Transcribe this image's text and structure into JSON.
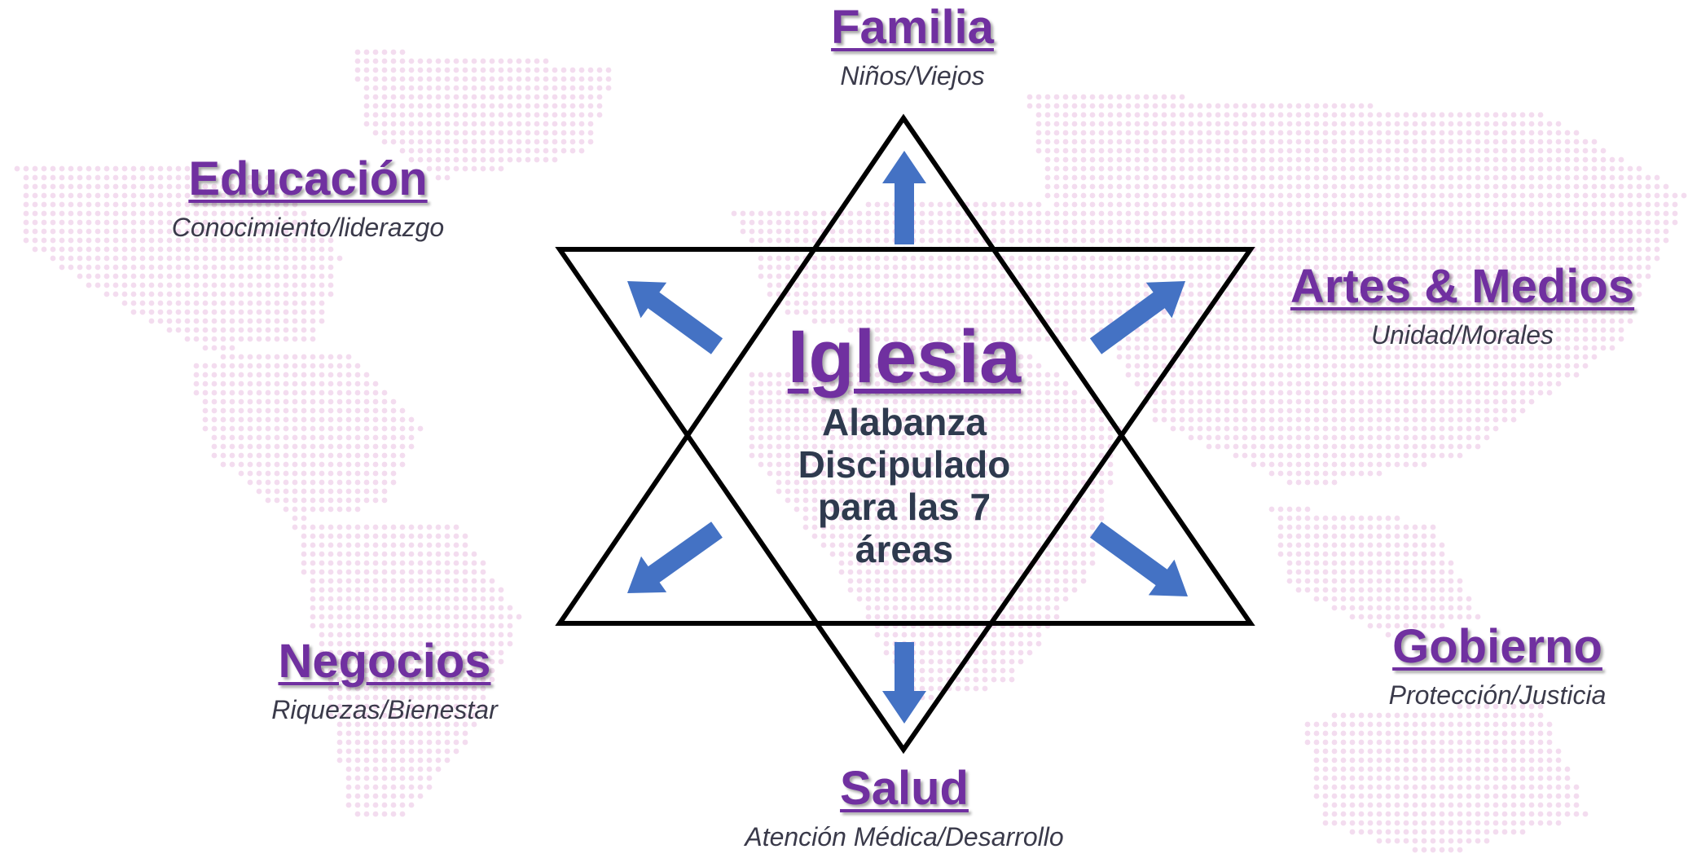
{
  "center": {
    "title": "Iglesia",
    "lines": [
      "Alabanza",
      "Discipulado",
      "para las 7",
      "áreas"
    ]
  },
  "areas": {
    "familia": {
      "title": "Familia",
      "subtitle": "Niños/Viejos"
    },
    "educacion": {
      "title": "Educación",
      "subtitle": "Conocimiento/liderazgo"
    },
    "artes": {
      "title": "Artes & Medios",
      "subtitle": "Unidad/Morales"
    },
    "negocios": {
      "title": "Negocios",
      "subtitle": "Riquezas/Bienestar"
    },
    "gobierno": {
      "title": "Gobierno",
      "subtitle": "Protección/Justicia"
    },
    "salud": {
      "title": "Salud",
      "subtitle": "Atención Médica/Desarrollo"
    }
  },
  "colors": {
    "title_purple": "#7030a0",
    "arrow_blue": "#4472c4",
    "star_stroke": "#000000",
    "map_dots": "#f3dcef"
  }
}
